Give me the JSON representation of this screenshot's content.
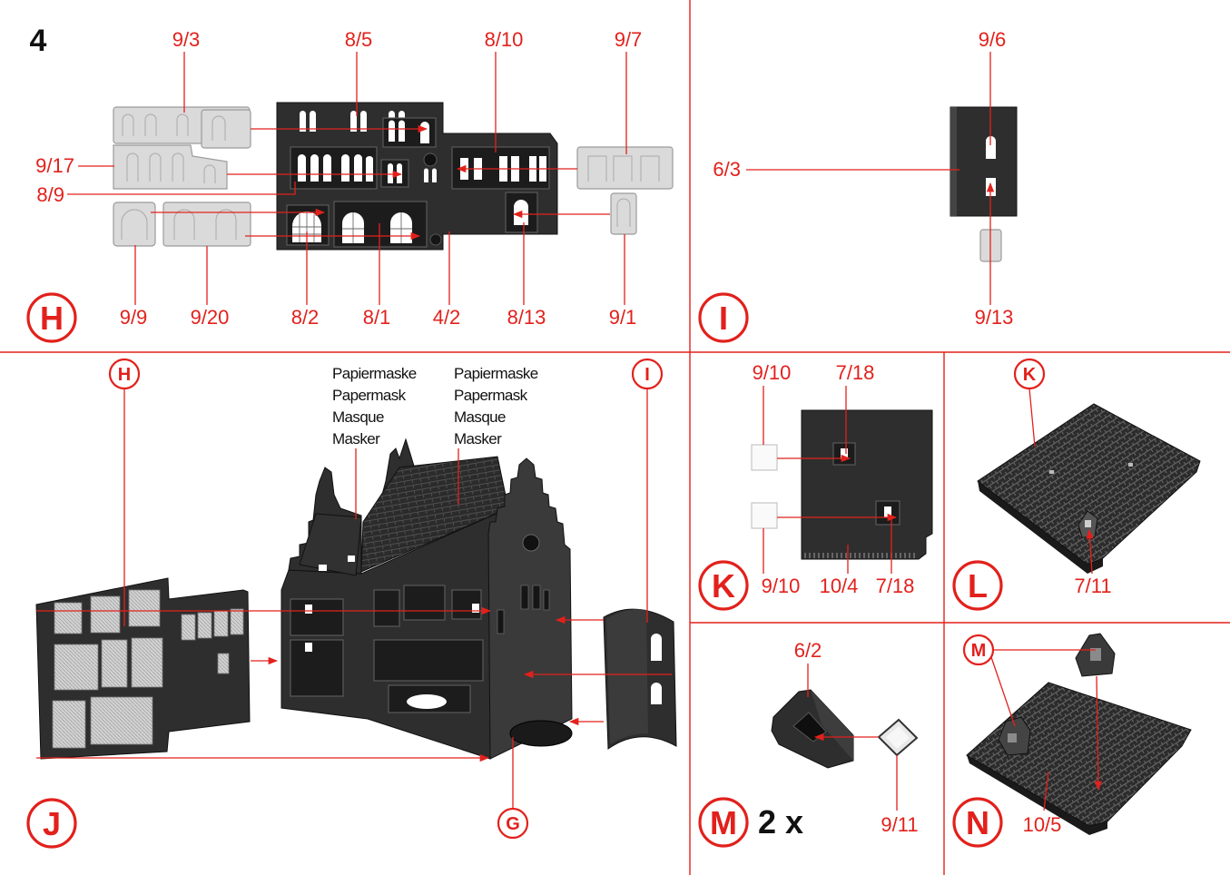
{
  "page_number": "4",
  "colors": {
    "accent": "#e2211c",
    "part_dark": "#2e2e2e",
    "part_light": "#dadada"
  },
  "step_H": {
    "marker": "H",
    "top_labels": [
      "9/3",
      "8/5",
      "8/10",
      "9/7"
    ],
    "left_labels": [
      "9/17",
      "8/9"
    ],
    "bottom_labels": [
      "9/9",
      "9/20",
      "8/2",
      "8/1",
      "4/2",
      "8/13",
      "9/1"
    ]
  },
  "step_I": {
    "marker": "I",
    "labels": [
      "9/6",
      "6/3",
      "9/13"
    ]
  },
  "step_J": {
    "marker": "J",
    "ref_markers": [
      "H",
      "I",
      "G"
    ],
    "mask_note_left": [
      "Papiermaske",
      "Papermask",
      "Masque",
      "Masker"
    ],
    "mask_note_right": [
      "Papiermaske",
      "Papermask",
      "Masque",
      "Masker"
    ]
  },
  "step_K": {
    "marker": "K",
    "top_labels": [
      "9/10",
      "7/18"
    ],
    "bottom_labels": [
      "9/10",
      "10/4",
      "7/18"
    ]
  },
  "step_L": {
    "marker": "L",
    "ref_marker": "K",
    "labels": [
      "7/11"
    ]
  },
  "step_M": {
    "marker": "M",
    "quantity": "2 x",
    "labels": [
      "6/2",
      "9/11"
    ]
  },
  "step_N": {
    "marker": "N",
    "ref_marker": "M",
    "labels": [
      "10/5"
    ]
  }
}
